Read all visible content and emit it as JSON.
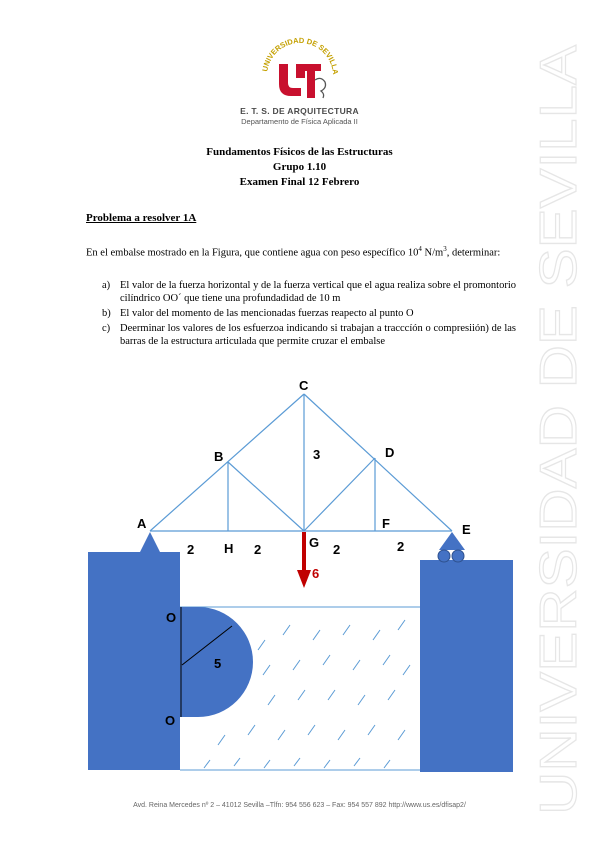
{
  "header": {
    "university_name": "UNIVERSIDAD DE SEVILLA",
    "school": "E. T. S. DE ARQUITECTURA",
    "department": "Departamento de Física Aplicada II"
  },
  "titles": {
    "course": "Fundamentos Físicos de las Estructuras",
    "group": "Grupo 1.10",
    "exam": "Examen Final 12 Febrero"
  },
  "problem": {
    "heading": "Problema a resolver 1A",
    "intro_before": "En el embalse mostrado en la Figura, que contiene agua con peso específico 10",
    "intro_exp": "4",
    "intro_mid": " N/m",
    "intro_exp2": "3",
    "intro_after": ", determinar:",
    "items": [
      {
        "label": "a)",
        "text": "El valor de la fuerza horizontal y de la fuerza vertical que el agua realiza sobre el promontorio cilíndrico OO´ que tiene una profundadidad de 10 m"
      },
      {
        "label": "b)",
        "text": "El valor del momento de las mencionadas fuerzas reapecto al punto O"
      },
      {
        "label": "c)",
        "text": "Deerminar los valores de los esfuerzoa indicando si trabajan a tracccíón o compresiión) de las barras de la estructura articulada que permite cruzar el embalse"
      }
    ]
  },
  "figure": {
    "nodes": {
      "A": "A",
      "B": "B",
      "C": "C",
      "D": "D",
      "E": "E",
      "F": "F",
      "G": "G",
      "H": "H"
    },
    "dims": {
      "d1": "2",
      "d2": "2",
      "d3": "2",
      "d4": "2",
      "height": "3"
    },
    "load": "6",
    "points": {
      "O_top": "O",
      "O_bottom": "O"
    },
    "radius": "5",
    "colors": {
      "wall": "#4472c4",
      "load": "#c00000",
      "lines": "#5b9bd5"
    }
  },
  "footer": "Avd. Reina Mercedes nº 2 – 41012 Sevilla –Tlfn: 954 556 623 – Fax: 954 557 892   http://www.us.es/dfisap2/",
  "watermark": "UNIVERSIDAD DE SEVILLA"
}
